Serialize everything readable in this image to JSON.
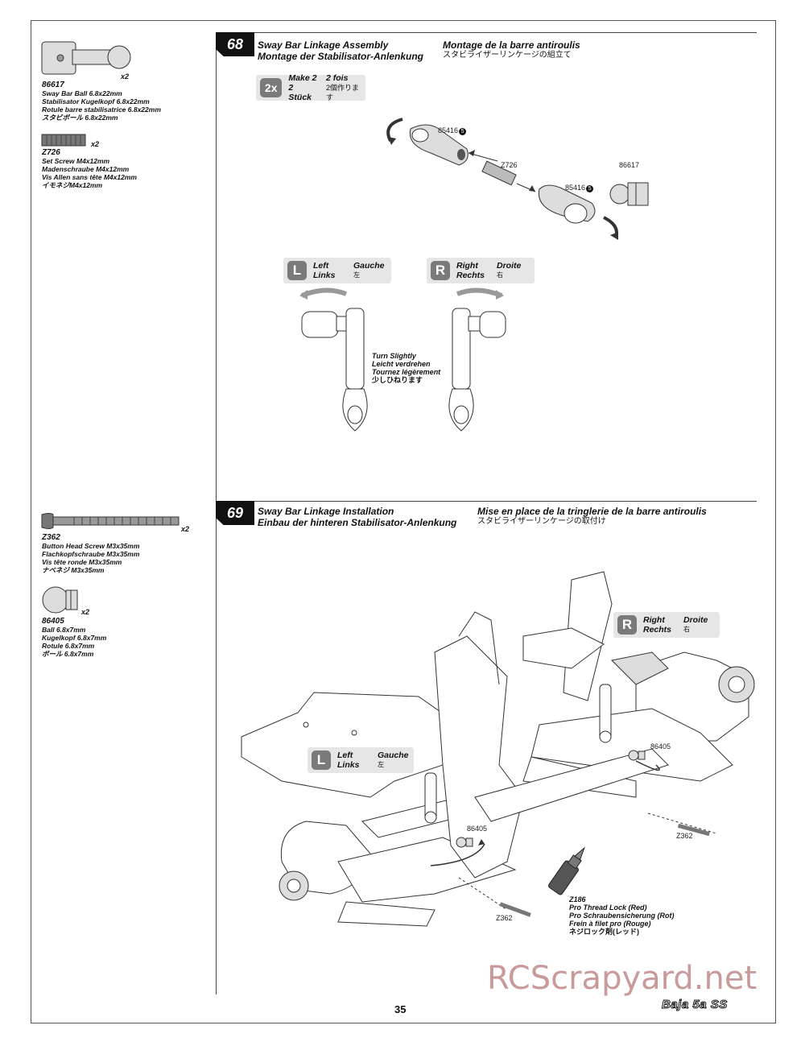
{
  "parts": [
    {
      "code": "86617",
      "qty": "x2",
      "desc": [
        "Sway Bar Ball 6.8x22mm",
        "Stabilisator Kugelkopf 6.8x22mm",
        "Rotule barre stabilisatrice 6.8x22mm",
        "スタビボール 6.8x22mm"
      ]
    },
    {
      "code": "Z726",
      "qty": "x2",
      "desc": [
        "Set Screw M4x12mm",
        "Madenschraube M4x12mm",
        "Vis Allen sans tête M4x12mm",
        "イモネジM4x12mm"
      ]
    },
    {
      "code": "Z362",
      "qty": "x2",
      "desc": [
        "Button Head Screw M3x35mm",
        "Flachkopfschraube M3x35mm",
        "Vis tête ronde M3x35mm",
        "ナベネジ M3x35mm"
      ]
    },
    {
      "code": "86405",
      "qty": "x2",
      "desc": [
        "Ball 6.8x7mm",
        "Kugelkopf 6.8x7mm",
        "Rotule 6.8x7mm",
        "ボール 6.8x7mm"
      ]
    }
  ],
  "step68": {
    "number": "68",
    "title_en": "Sway Bar Linkage Assembly",
    "title_de": "Montage der Stabilisator-Anlenkung",
    "title_fr": "Montage de la barre antiroulis",
    "title_jp": "スタビライザーリンケージの組立て",
    "make": {
      "glyph": "2x",
      "en": "Make 2",
      "de": "2 Stück",
      "fr": "2 fois",
      "jp": "2個作ります"
    },
    "labels": {
      "part1": "85416",
      "part1_badge": "5",
      "part2": "Z726",
      "part3": "85416",
      "part3_badge": "5",
      "part4": "86617"
    },
    "left": {
      "glyph": "L",
      "en": "Left",
      "de": "Links",
      "fr": "Gauche",
      "jp": "左"
    },
    "right": {
      "glyph": "R",
      "en": "Right",
      "de": "Rechts",
      "fr": "Droite",
      "jp": "右"
    },
    "turn": [
      "Turn Slightly",
      "Leicht verdrehen",
      "Tournez légèrement",
      "少しひねります"
    ]
  },
  "step69": {
    "number": "69",
    "title_en": "Sway Bar Linkage Installation",
    "title_de": "Einbau der hinteren Stabilisator-Anlenkung",
    "title_fr": "Mise en place de la tringlerie de la barre antiroulis",
    "title_jp": "スタビライザーリンケージの取付け",
    "right": {
      "glyph": "R",
      "en": "Right",
      "de": "Rechts",
      "fr": "Droite",
      "jp": "右"
    },
    "left": {
      "glyph": "L",
      "en": "Left",
      "de": "Links",
      "fr": "Gauche",
      "jp": "左"
    },
    "labels": {
      "ball_right": "86405",
      "screw_right": "Z362",
      "ball_left": "86405",
      "screw_left": "Z362",
      "bottle": "Z186"
    },
    "threadlock": {
      "code": "Z186",
      "lines": [
        "Pro Thread Lock (Red)",
        "Pro Schraubensicherung (Rot)",
        "Frein à filet pro (Rouge)",
        "ネジロック剤(レッド)"
      ]
    }
  },
  "footer": {
    "page": "35",
    "brand": "Baja 5a SS",
    "watermark": "RCScrapyard.net"
  }
}
